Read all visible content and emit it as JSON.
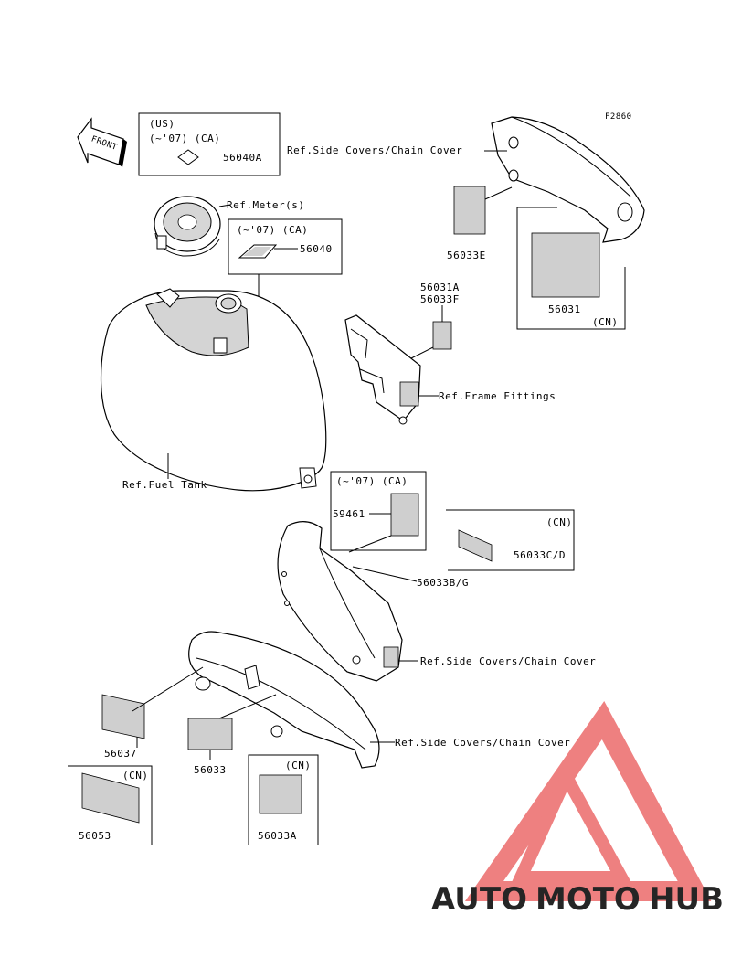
{
  "figure_code": "F2860",
  "front_arrow_label": "FRONT",
  "labels": {
    "ref_side_covers_top": "Ref.Side Covers/Chain Cover",
    "ref_meter": "Ref.Meter(s)",
    "ref_frame_fittings": "Ref.Frame Fittings",
    "ref_fuel_tank": "Ref.Fuel Tank",
    "ref_side_covers_mid": "Ref.Side Covers/Chain Cover",
    "ref_side_covers_low": "Ref.Side Covers/Chain Cover"
  },
  "boxes": {
    "us_box": {
      "line1": "(US)",
      "line2": "(~'07) (CA)",
      "part": "56040A"
    },
    "ca_box_meter": {
      "line1": "(~'07) (CA)",
      "part": "56040"
    },
    "cn_box_56031": {
      "tag": "(CN)",
      "part": "56031"
    },
    "ca_box_59461": {
      "line1": "(~'07) (CA)",
      "part": "59461"
    },
    "cn_box_56033cd": {
      "tag": "(CN)",
      "part": "56033C/D"
    },
    "cn_box_56053": {
      "tag": "(CN)",
      "part": "56053"
    },
    "cn_box_56033a": {
      "tag": "(CN)",
      "part": "56033A"
    }
  },
  "parts": {
    "p56033e": "56033E",
    "p56031a": "56031A",
    "p56033f": "56033F",
    "p56033bg": "56033B/G",
    "p56037": "56037",
    "p56033": "56033"
  },
  "watermark": {
    "part1": "AUTO",
    "part2": "MOTO",
    "part3": "HUB",
    "color_orange": "#f5a25a",
    "color_red": "#ec6a6a",
    "color_gray": "#8a8a8a"
  }
}
